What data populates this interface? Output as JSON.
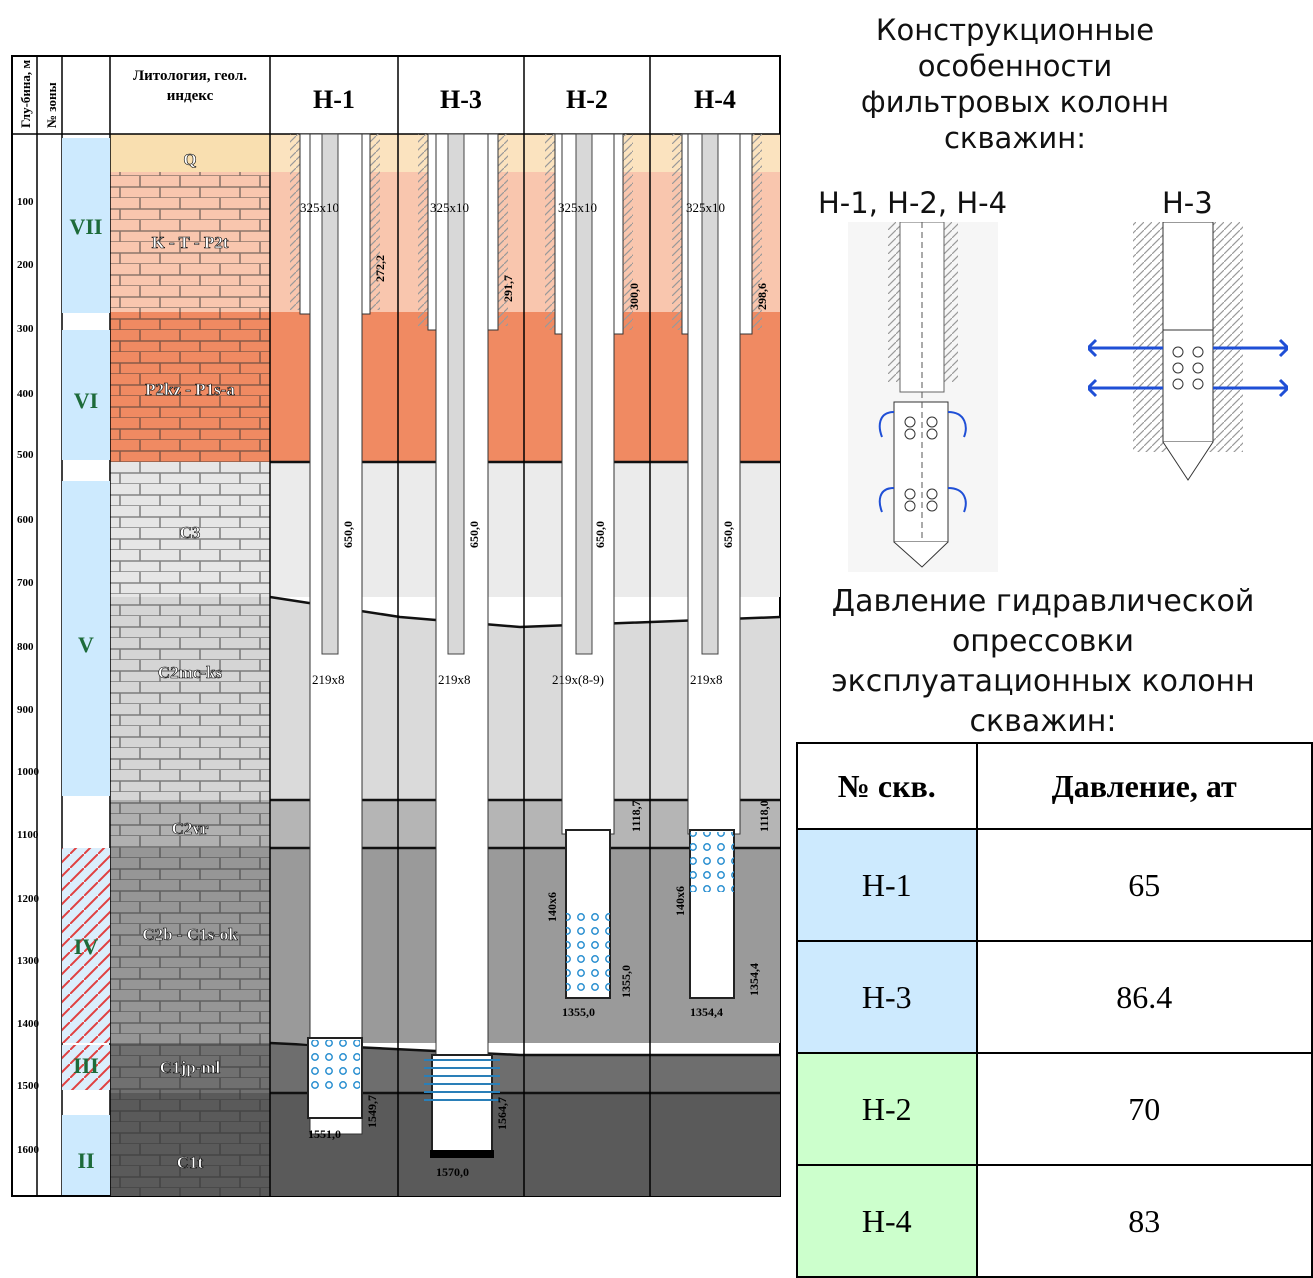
{
  "header": {
    "depth_col": "Глу-бина, м",
    "zone_col": "№ зоны",
    "lith_col": "Литология, геол. индекс",
    "wells": [
      "Н-1",
      "Н-3",
      "Н-2",
      "Н-4"
    ]
  },
  "depth_ticks": [
    "100",
    "200",
    "300",
    "400",
    "500",
    "600",
    "700",
    "800",
    "900",
    "1000",
    "1100",
    "1200",
    "1300",
    "1400",
    "1500",
    "1600"
  ],
  "zones": [
    "VII",
    "VI",
    "V",
    "IV",
    "III",
    "II"
  ],
  "strata": [
    "Q",
    "K - T - P2t",
    "P2kz - P1s-a",
    "C3",
    "C2mc-ks",
    "C2vr",
    "C2b - C1s-ok",
    "C1jp-ml",
    "C1t"
  ],
  "casing": {
    "outer": [
      "325x10",
      "325x10",
      "325x10",
      "325x10"
    ],
    "outer_depth": [
      "272,2",
      "291,7",
      "300,0",
      "298,6"
    ],
    "middle_depth": [
      "650,0",
      "650,0",
      "650,0",
      "650,0"
    ],
    "production": [
      "219x8",
      "219x8",
      "219x(8-9)",
      "219x8"
    ],
    "prod_depth_h2": "1118,7",
    "prod_depth_h4": "1118,0",
    "liner": [
      "140x6",
      "140x6"
    ],
    "liner_depth": [
      "1355,0",
      "1354,4"
    ],
    "bottom_marks": [
      "1549,7",
      "1564,7",
      "1355,0",
      "1354,4"
    ],
    "total_depth": [
      "1551,0",
      "1570,0",
      "1355,0",
      "1354,4"
    ]
  },
  "design": {
    "title": "Конструкционные особенности фильтровых колонн скважин:",
    "group1": "Н-1, Н-2, Н-4",
    "group2": "Н-3"
  },
  "pressure": {
    "title": "Давление гидравлической опрессовки эксплуатационных колонн скважин:",
    "col_well": "№ скв.",
    "col_pressure": "Давление, ат",
    "rows": [
      {
        "well": "Н-1",
        "value": "65",
        "color": "#cdeafe"
      },
      {
        "well": "Н-3",
        "value": "86.4",
        "color": "#cdeafe"
      },
      {
        "well": "Н-2",
        "value": "70",
        "color": "#ccffcc"
      },
      {
        "well": "Н-4",
        "value": "83",
        "color": "#ccffcc"
      }
    ]
  }
}
